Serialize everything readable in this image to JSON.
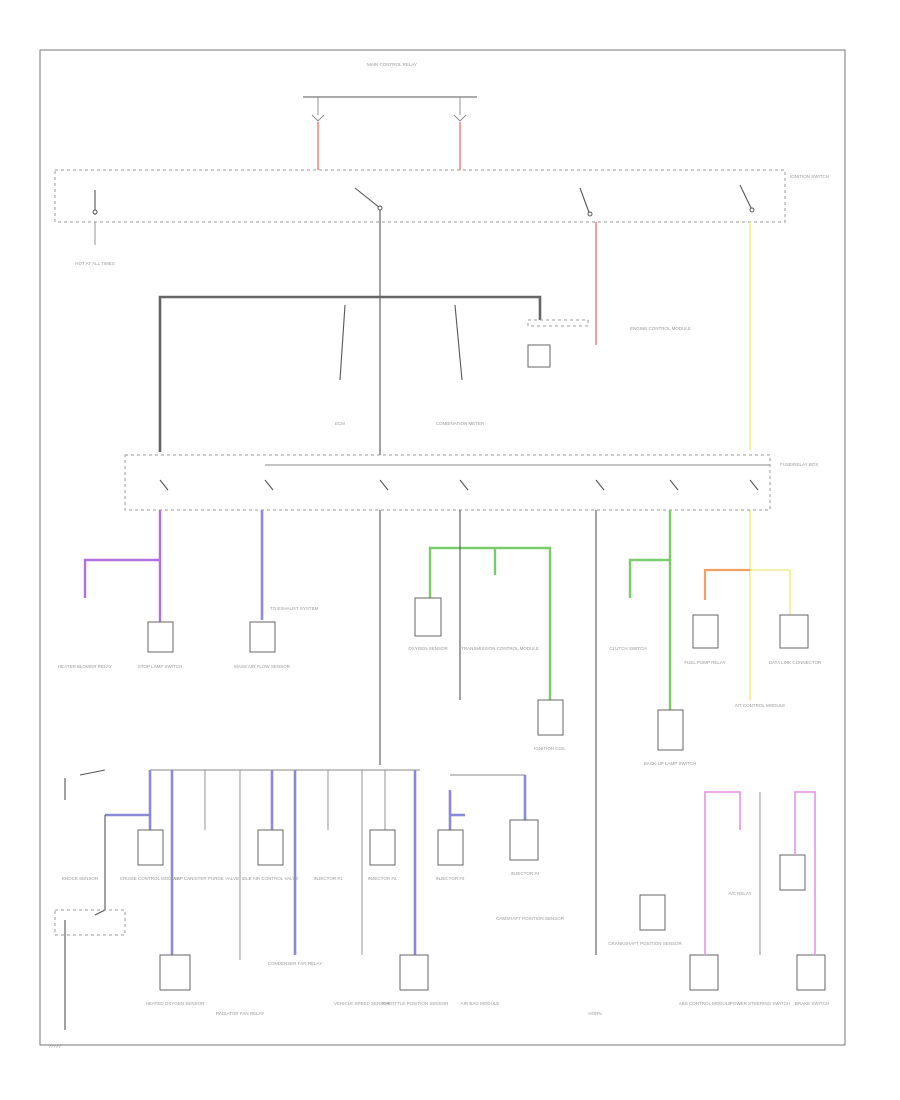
{
  "diagram": {
    "footer_code": "?????",
    "relays": [
      {
        "text": "MAIN CONTROL RELAY"
      }
    ],
    "ignition_switch_label": "IGNITION SWITCH",
    "fuse_box_label": "FUSE/RELAY BOX",
    "callouts": {
      "top_left": "TO EXHAUST SYSTEM",
      "hot_left": "HOT AT ALL TIMES",
      "engine_control": "ENGINE CONTROL MODULE"
    },
    "component_labels": [
      "ECM",
      "COMBINATION METER",
      "HEATER BLOWER RELAY",
      "STOP LAMP SWITCH",
      "MASS AIR FLOW SENSOR",
      "OXYGEN SENSOR",
      "TRANSMISSION CONTROL MODULE",
      "IGNITION COIL",
      "CLUTCH SWITCH",
      "BACK-UP LAMP SWITCH",
      "FUEL PUMP RELAY",
      "DATA LINK CONNECTOR",
      "A/T CONTROL MODULE",
      "CRUISE CONTROL MODULE",
      "EVAP CANISTER PURGE VALVE",
      "IDLE AIR CONTROL VALVE",
      "INJECTOR #1",
      "INJECTOR #2",
      "INJECTOR #3",
      "INJECTOR #4",
      "KNOCK SENSOR",
      "CAMSHAFT POSITION SENSOR",
      "CRANKSHAFT POSITION SENSOR",
      "HORN",
      "HEATED OXYGEN SENSOR",
      "RADIATOR FAN RELAY",
      "CONDENSER FAN RELAY",
      "VEHICLE SPEED SENSOR",
      "THROTTLE POSITION SENSOR",
      "AIR BAG MODULE",
      "ABS CONTROL MODULE",
      "POWER STEERING SWITCH",
      "BRAKE SWITCH",
      "A/C RELAY"
    ],
    "wire_colors": [
      "PNK",
      "YEL/RED",
      "BLK",
      "GRY",
      "VIO",
      "BLU",
      "GRN",
      "ORN",
      "WHT/BLK",
      "LT GRN"
    ]
  }
}
